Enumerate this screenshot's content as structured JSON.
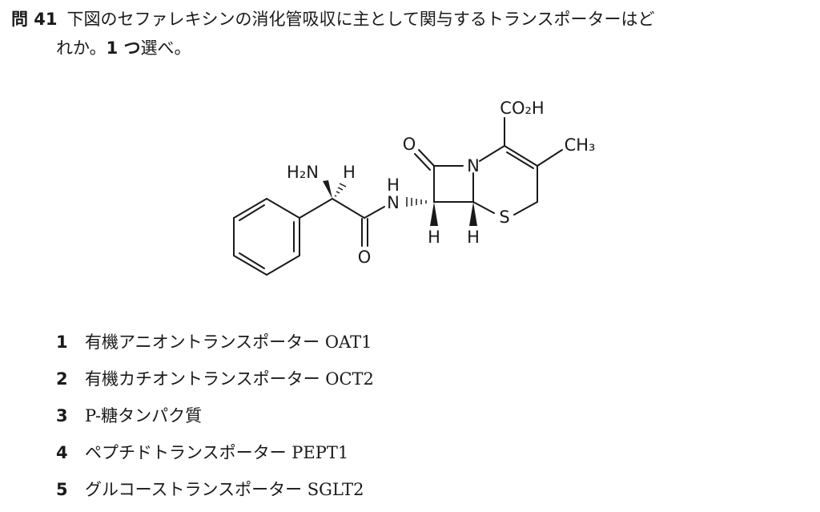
{
  "question": {
    "number": "問 41",
    "line1": "下図のセファレキシンの消化管吸収に主として関与するトランスポーターはど",
    "line2_pre": "れか。",
    "line2_bold": "1 つ",
    "line2_post": "選べ。"
  },
  "structure": {
    "labels": {
      "cooh": "CO₂H",
      "ch3": "CH₃",
      "o_lactam": "O",
      "n_ring": "N",
      "s_ring": "S",
      "h2n": "H₂N",
      "h_alpha": "H",
      "nh_h": "H",
      "nh_n": "N",
      "o_amide": "O",
      "h_c7": "H",
      "h_c6": "H"
    }
  },
  "options": [
    {
      "num": "1",
      "text": "有機アニオントランスポーター OAT1"
    },
    {
      "num": "2",
      "text": "有機カチオントランスポーター OCT2"
    },
    {
      "num": "3",
      "text": "P-糖タンパク質"
    },
    {
      "num": "4",
      "text": "ペプチドトランスポーター PEPT1"
    },
    {
      "num": "5",
      "text": "グルコーストランスポーター SGLT2"
    }
  ]
}
